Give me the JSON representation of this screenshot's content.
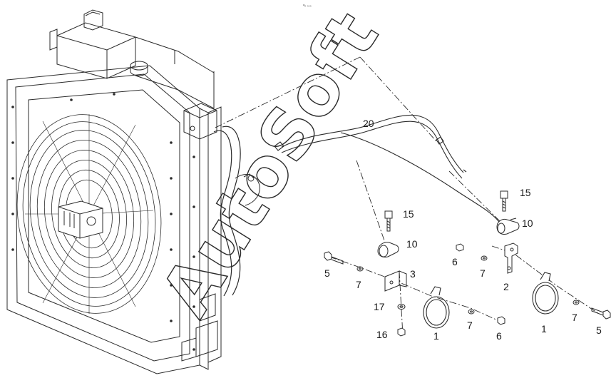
{
  "diagram": {
    "watermark": "AutoSoft",
    "corner_mark": "ᵠₒ ₀₀₀",
    "callouts": [
      {
        "id": "c20",
        "text": "20"
      },
      {
        "id": "c15a",
        "text": "15"
      },
      {
        "id": "c10a",
        "text": "10"
      },
      {
        "id": "c15b",
        "text": "15"
      },
      {
        "id": "c10b",
        "text": "10"
      },
      {
        "id": "c6a",
        "text": "6"
      },
      {
        "id": "c7a",
        "text": "7"
      },
      {
        "id": "c5a",
        "text": "5"
      },
      {
        "id": "c7b",
        "text": "7"
      },
      {
        "id": "c3",
        "text": "3"
      },
      {
        "id": "c2",
        "text": "2"
      },
      {
        "id": "c17",
        "text": "17"
      },
      {
        "id": "c16",
        "text": "16"
      },
      {
        "id": "c1a",
        "text": "1"
      },
      {
        "id": "c7c",
        "text": "7"
      },
      {
        "id": "c6b",
        "text": "6"
      },
      {
        "id": "c1b",
        "text": "1"
      },
      {
        "id": "c7d",
        "text": "7"
      },
      {
        "id": "c5b",
        "text": "5"
      }
    ]
  }
}
